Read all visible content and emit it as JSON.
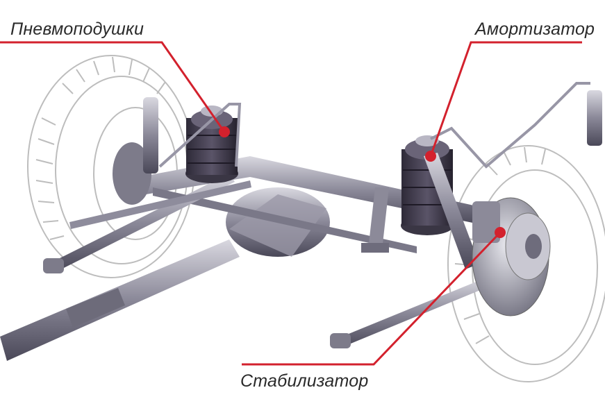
{
  "labels": {
    "air_springs": "Пневмоподушки",
    "shock_absorber": "Амортизатор",
    "stabilizer": "Стабилизатор"
  },
  "colors": {
    "leader": "#d3212d",
    "metal": "#8c8a99",
    "tire_line": "#b8b8b8"
  }
}
